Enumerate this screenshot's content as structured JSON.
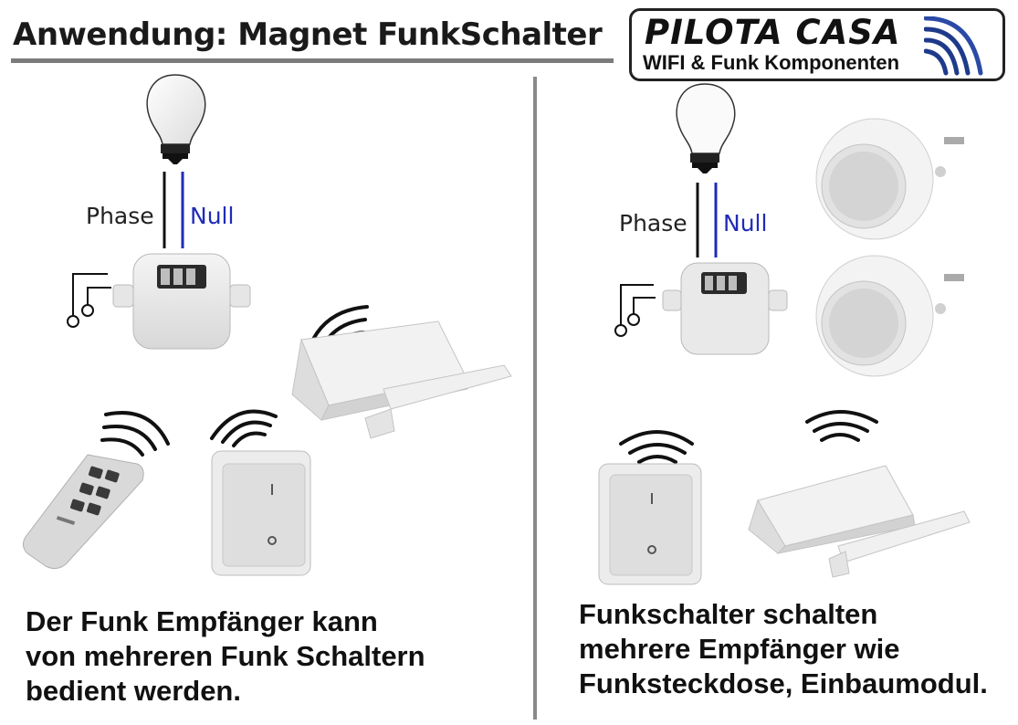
{
  "title": "Anwendung: Magnet FunkSchalter",
  "logo": {
    "brand": "PILOTA CASA",
    "subtitle": "WIFI & Funk Komponenten"
  },
  "left_panel": {
    "wire_phase": "Phase",
    "wire_null": "Null",
    "caption_lines": [
      "Der Funk Empfänger kann",
      "von mehreren Funk Schaltern",
      "bedient werden."
    ]
  },
  "right_panel": {
    "wire_phase": "Phase",
    "wire_null": "Null",
    "caption_lines": [
      "Funkschalter schalten",
      "mehrere Empfänger wie",
      "Funksteckdose, Einbaumodul."
    ]
  },
  "switch_marks": {
    "on": "I",
    "off": "O"
  },
  "colors": {
    "null_wire": "#1f2bb8",
    "phase_wire": "#111111",
    "device_body": "#ececec",
    "device_shadow": "#c9c9c9",
    "rule": "#7b7b7b",
    "logo_waves": "#1e3a8a"
  }
}
